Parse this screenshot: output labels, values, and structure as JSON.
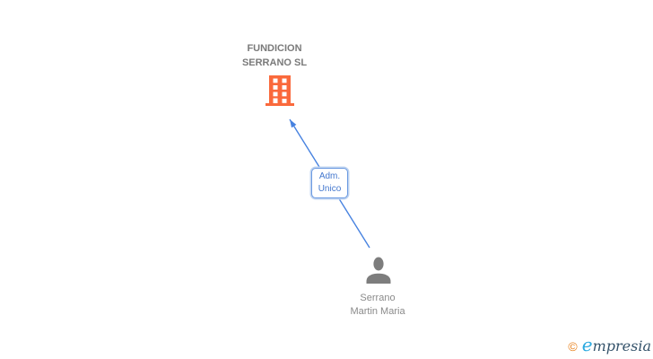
{
  "diagram": {
    "company": {
      "name_lines": [
        "FUNDICION",
        "SERRANO SL"
      ],
      "icon": "building-icon"
    },
    "person": {
      "name_lines": [
        "Serrano",
        "Martin Maria"
      ],
      "icon": "user-icon"
    },
    "relationship": {
      "label_lines": [
        "Adm.",
        "Unico"
      ],
      "direction": "person-to-company",
      "arrow_icon": "arrow-up-left-icon"
    }
  },
  "footer": {
    "copyright_symbol": "©",
    "brand_initial": "e",
    "brand_rest": "mpresia"
  },
  "colors": {
    "building": "#FA693C",
    "person": "#7D7D7D",
    "arrow": "#4782E0",
    "box-border": "#6C9BE2",
    "box-halo": "#C0D4F0",
    "box-text": "#4377CE",
    "title-text": "#7A7A7A",
    "name-text": "#8A8A8A",
    "logo-mark": "#E8821E",
    "logo-initial": "#2BA9E0",
    "logo-text": "#35536B"
  }
}
